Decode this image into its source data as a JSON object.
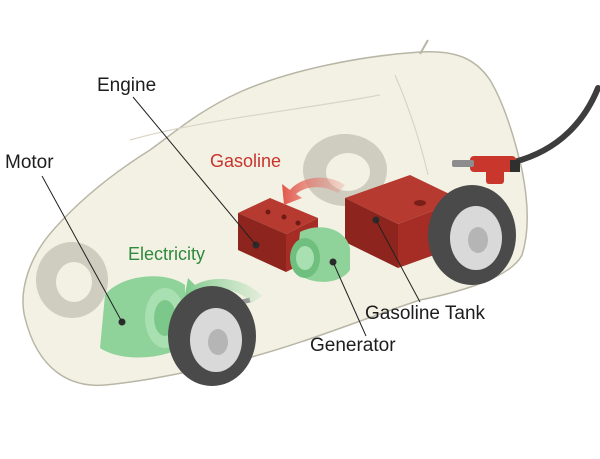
{
  "labels": {
    "engine": "Engine",
    "motor": "Motor",
    "gasoline_tank": "Gasoline Tank",
    "generator": "Generator"
  },
  "flows": {
    "gasoline": "Gasoline",
    "electricity": "Electricity"
  },
  "colors": {
    "gasoline": "#c8342c",
    "electricity": "#2e8a3c",
    "car_body": "#f3f1e4",
    "car_outline": "#b9b6a6",
    "engine_block": "#9a2a22",
    "green_parts": "#8fd39a",
    "tire": "#4a4a4a",
    "rim": "#d9d9d9"
  },
  "icons": {
    "fuel_nozzle": "fuel-nozzle-icon"
  }
}
